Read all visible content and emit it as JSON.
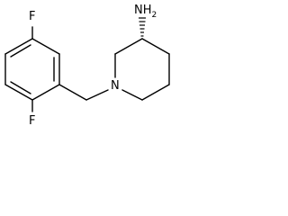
{
  "molecule": {
    "atoms": {
      "fluorine_top": "F",
      "fluorine_bottom": "F",
      "amine": "NH",
      "amine_subscript": "2",
      "ring_nitrogen": "N"
    }
  }
}
